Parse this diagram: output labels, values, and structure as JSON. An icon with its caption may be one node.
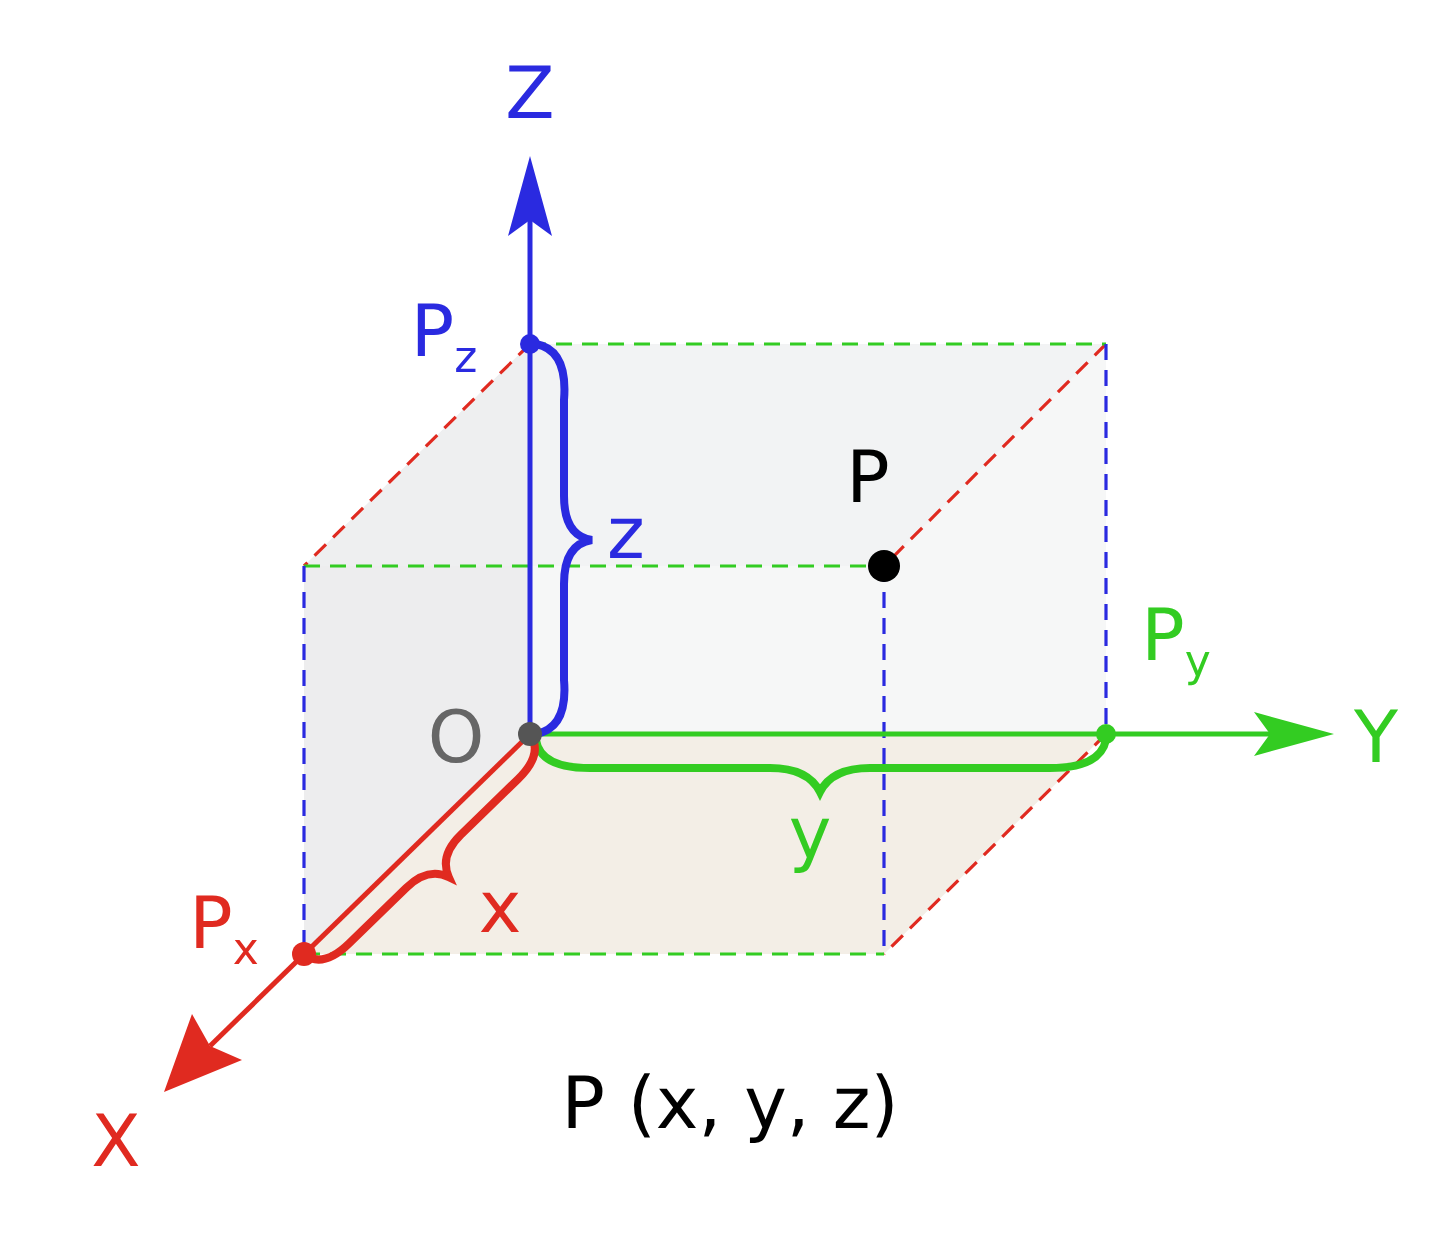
{
  "diagram": {
    "caption": "P (x, y, z)",
    "labels": [
      "Z",
      "P$_{z}$",
      "z",
      "P",
      "O",
      "P$_{y}$",
      "Y",
      "y",
      "P$_{x}$",
      "x",
      "X"
    ]
  }
}
